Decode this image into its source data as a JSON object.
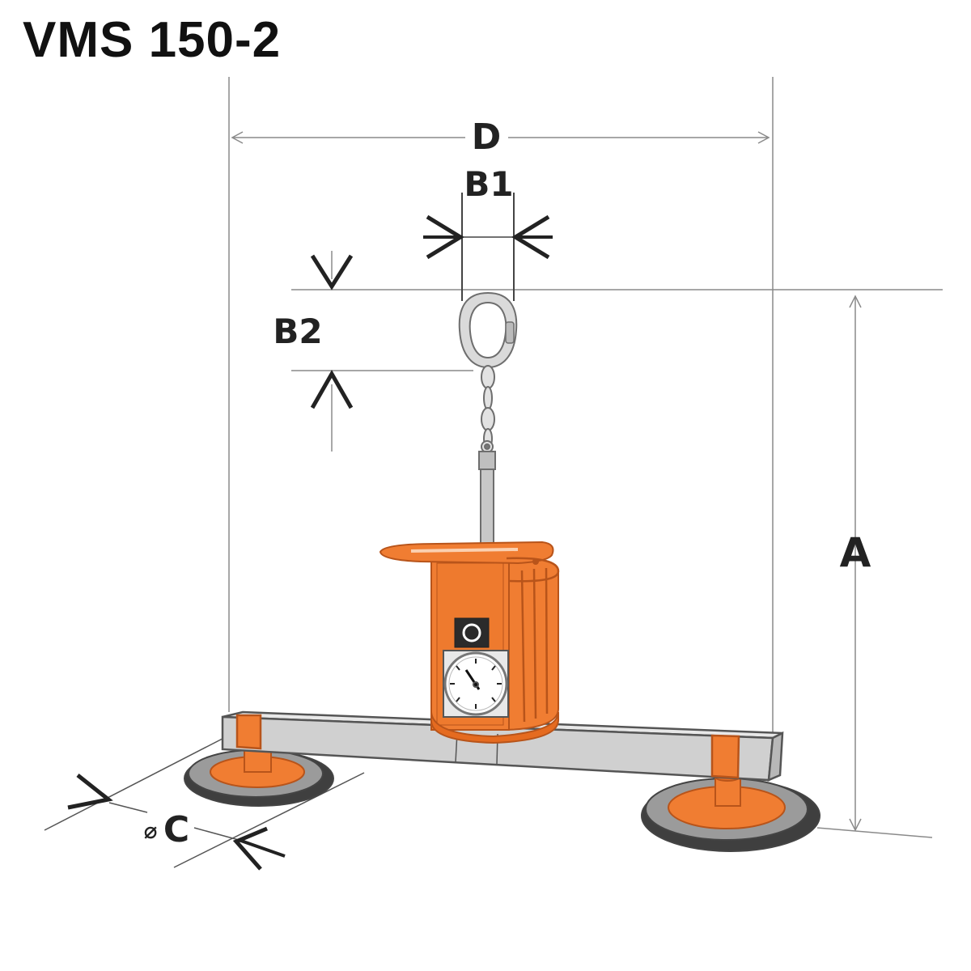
{
  "title": "VMS 150-2",
  "dimensions": {
    "overall_length": "D",
    "eye_width": "B1",
    "eye_height": "B2",
    "overall_height": "A",
    "pad_diameter_symbol": "⌀",
    "pad_diameter": "C"
  },
  "colors": {
    "orange": "#F07D32",
    "orange_dark": "#B8541A",
    "beam_grey": "#D0D0D0",
    "pad_grey": "#9B9B9B",
    "line_grey": "#8A8A8A",
    "arrow_dark": "#222222"
  },
  "components": [
    "lifting-eye",
    "chain",
    "vacuum-housing",
    "vacuum-gauge",
    "release-button",
    "cross-beam",
    "suction-pad-left",
    "suction-pad-right"
  ]
}
